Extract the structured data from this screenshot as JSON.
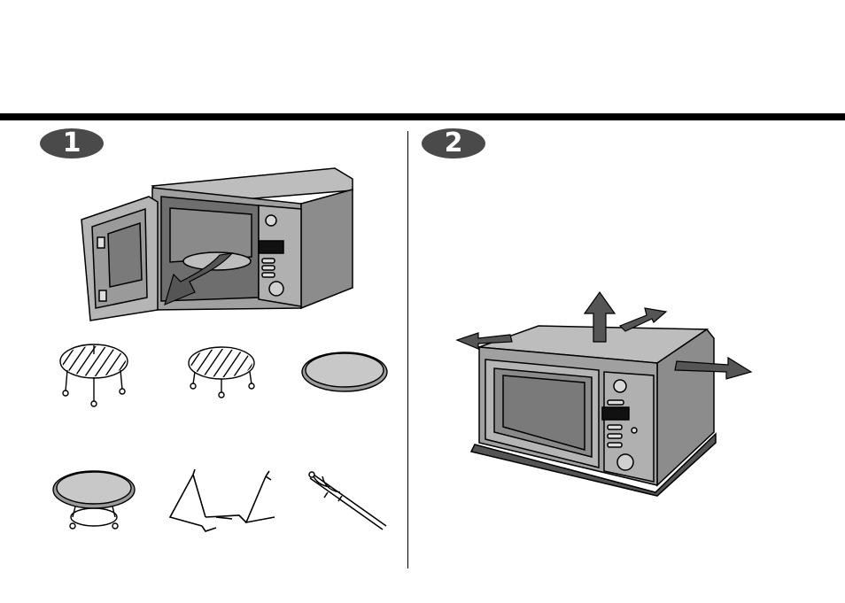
{
  "steps": [
    {
      "number": "1"
    },
    {
      "number": "2"
    }
  ],
  "colors": {
    "rule": "#000000",
    "badge": "#4a4a4a",
    "appliance": "#9a9a9a",
    "shadow": "#555555"
  },
  "illustrations": {
    "step1": [
      "microwave-open-door",
      "arrow-remove-contents",
      "rack-high",
      "rack-low",
      "glass-tray",
      "turntable-roller-ring",
      "wire-support-stand",
      "skewer-rotisserie-spit"
    ],
    "step2": [
      "microwave-closed",
      "arrow-up",
      "arrow-back",
      "arrow-left",
      "arrow-right"
    ]
  }
}
